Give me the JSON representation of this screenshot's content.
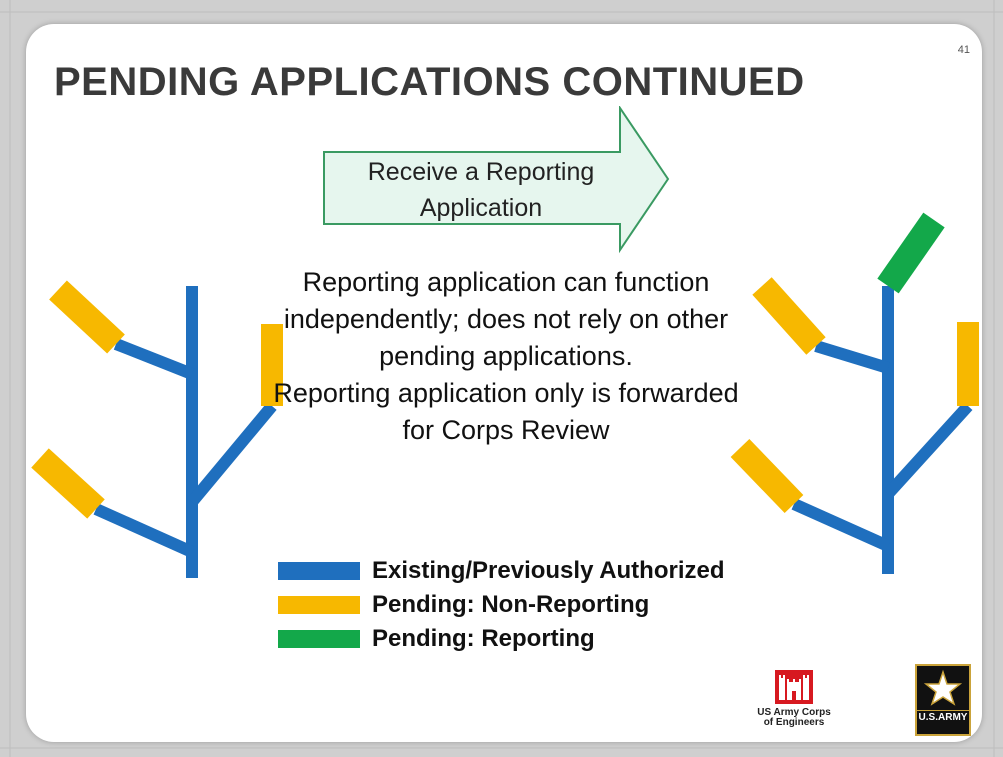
{
  "slide": {
    "number": "41",
    "title": "PENDING APPLICATIONS CONTINUED",
    "arrow_text": "Receive a Reporting Application",
    "body_lines": [
      "Reporting application can function independently; does not rely on other pending applications.",
      "Reporting application only is forwarded for Corps Review"
    ]
  },
  "legend": [
    {
      "label": "Existing/Previously Authorized",
      "color": "#1f6fbe"
    },
    {
      "label": "Pending: Non-Reporting",
      "color": "#f7b800"
    },
    {
      "label": "Pending: Reporting",
      "color": "#13a84a"
    }
  ],
  "colors": {
    "existing": "#1f6fbe",
    "non_reporting": "#f7b800",
    "reporting": "#13a84a",
    "arrow_fill": "#e6f6ee",
    "arrow_stroke": "#3a9a62"
  },
  "logos": {
    "usace_text_line1": "US Army Corps",
    "usace_text_line2": "of Engineers",
    "army_text": "U.S.ARMY"
  }
}
